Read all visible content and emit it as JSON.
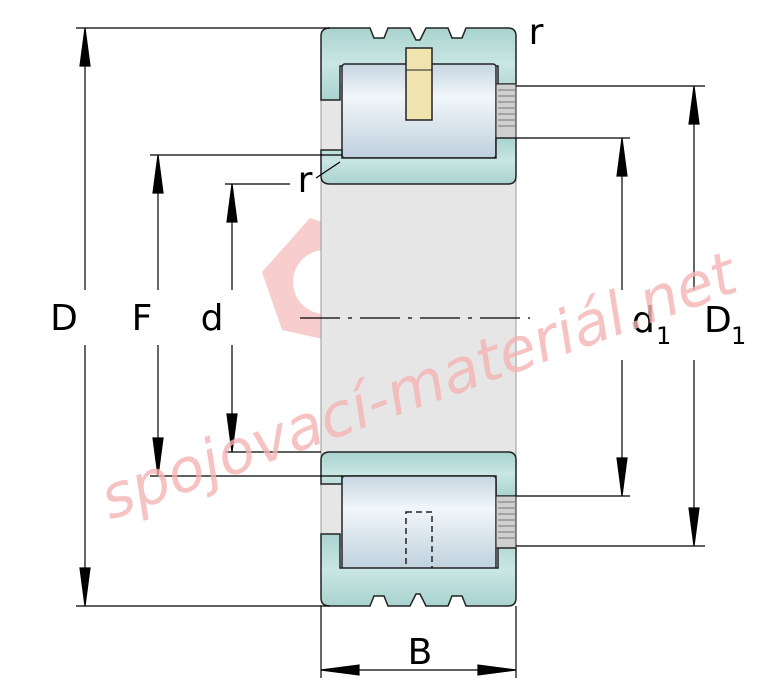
{
  "labels": {
    "D": "D",
    "F": "F",
    "d": "d",
    "d1_main": "d",
    "d1_sub": "1",
    "D1_main": "D",
    "D1_sub": "1",
    "B": "B",
    "r_top": "r",
    "r_mid": "r"
  },
  "watermark": {
    "text": "spojovací-materiál.net",
    "color": "#f4b3b3",
    "logo": "hex-nut-logo"
  },
  "colors": {
    "ring_fill": "#b9dcd8",
    "roller_fill": "#dbe7ef",
    "bore_fill": "#e6e6e6",
    "cage_fill": "#efe3b0",
    "line": "#000000"
  }
}
